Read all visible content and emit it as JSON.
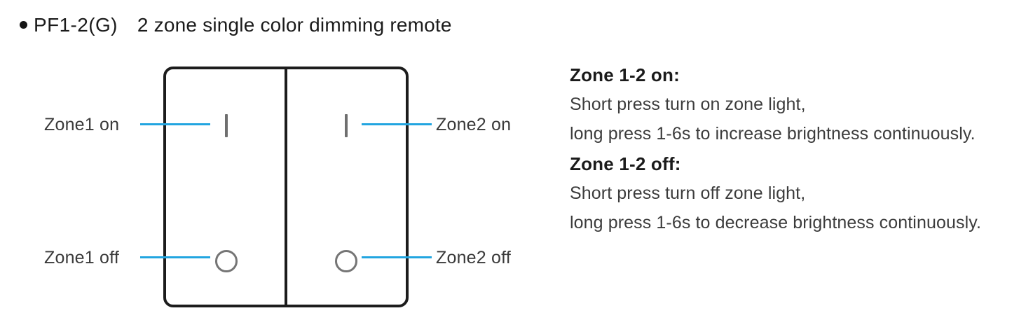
{
  "title": {
    "bullet": "●",
    "model": "PF1-2(G)",
    "description": "2 zone single color dimming remote"
  },
  "device": {
    "name": "PF1-2(G) 2 zone single color dimming remote",
    "panels": [
      {
        "id": "zone1",
        "on_icon": "vertical-bar-icon",
        "off_icon": "circle-icon"
      },
      {
        "id": "zone2",
        "on_icon": "vertical-bar-icon",
        "off_icon": "circle-icon"
      }
    ]
  },
  "callouts": {
    "zone1_on": "Zone1 on",
    "zone1_off": "Zone1 off",
    "zone2_on": "Zone2 on",
    "zone2_off": "Zone2 off"
  },
  "description": {
    "groups": [
      {
        "heading": "Zone 1-2 on:",
        "lines": [
          "Short press turn on zone light,",
          "long press 1-6s to increase brightness continuously."
        ]
      },
      {
        "heading": "Zone 1-2 off:",
        "lines": [
          "Short press turn off zone light,",
          "long press 1-6s to decrease brightness continuously."
        ]
      }
    ]
  },
  "colors": {
    "leader_line": "#22a5e0",
    "device_outline": "#1c1c1c",
    "icon_gray": "#6f6f6f",
    "text_dark": "#1b1b1b",
    "text_body": "#3c3c3c"
  }
}
